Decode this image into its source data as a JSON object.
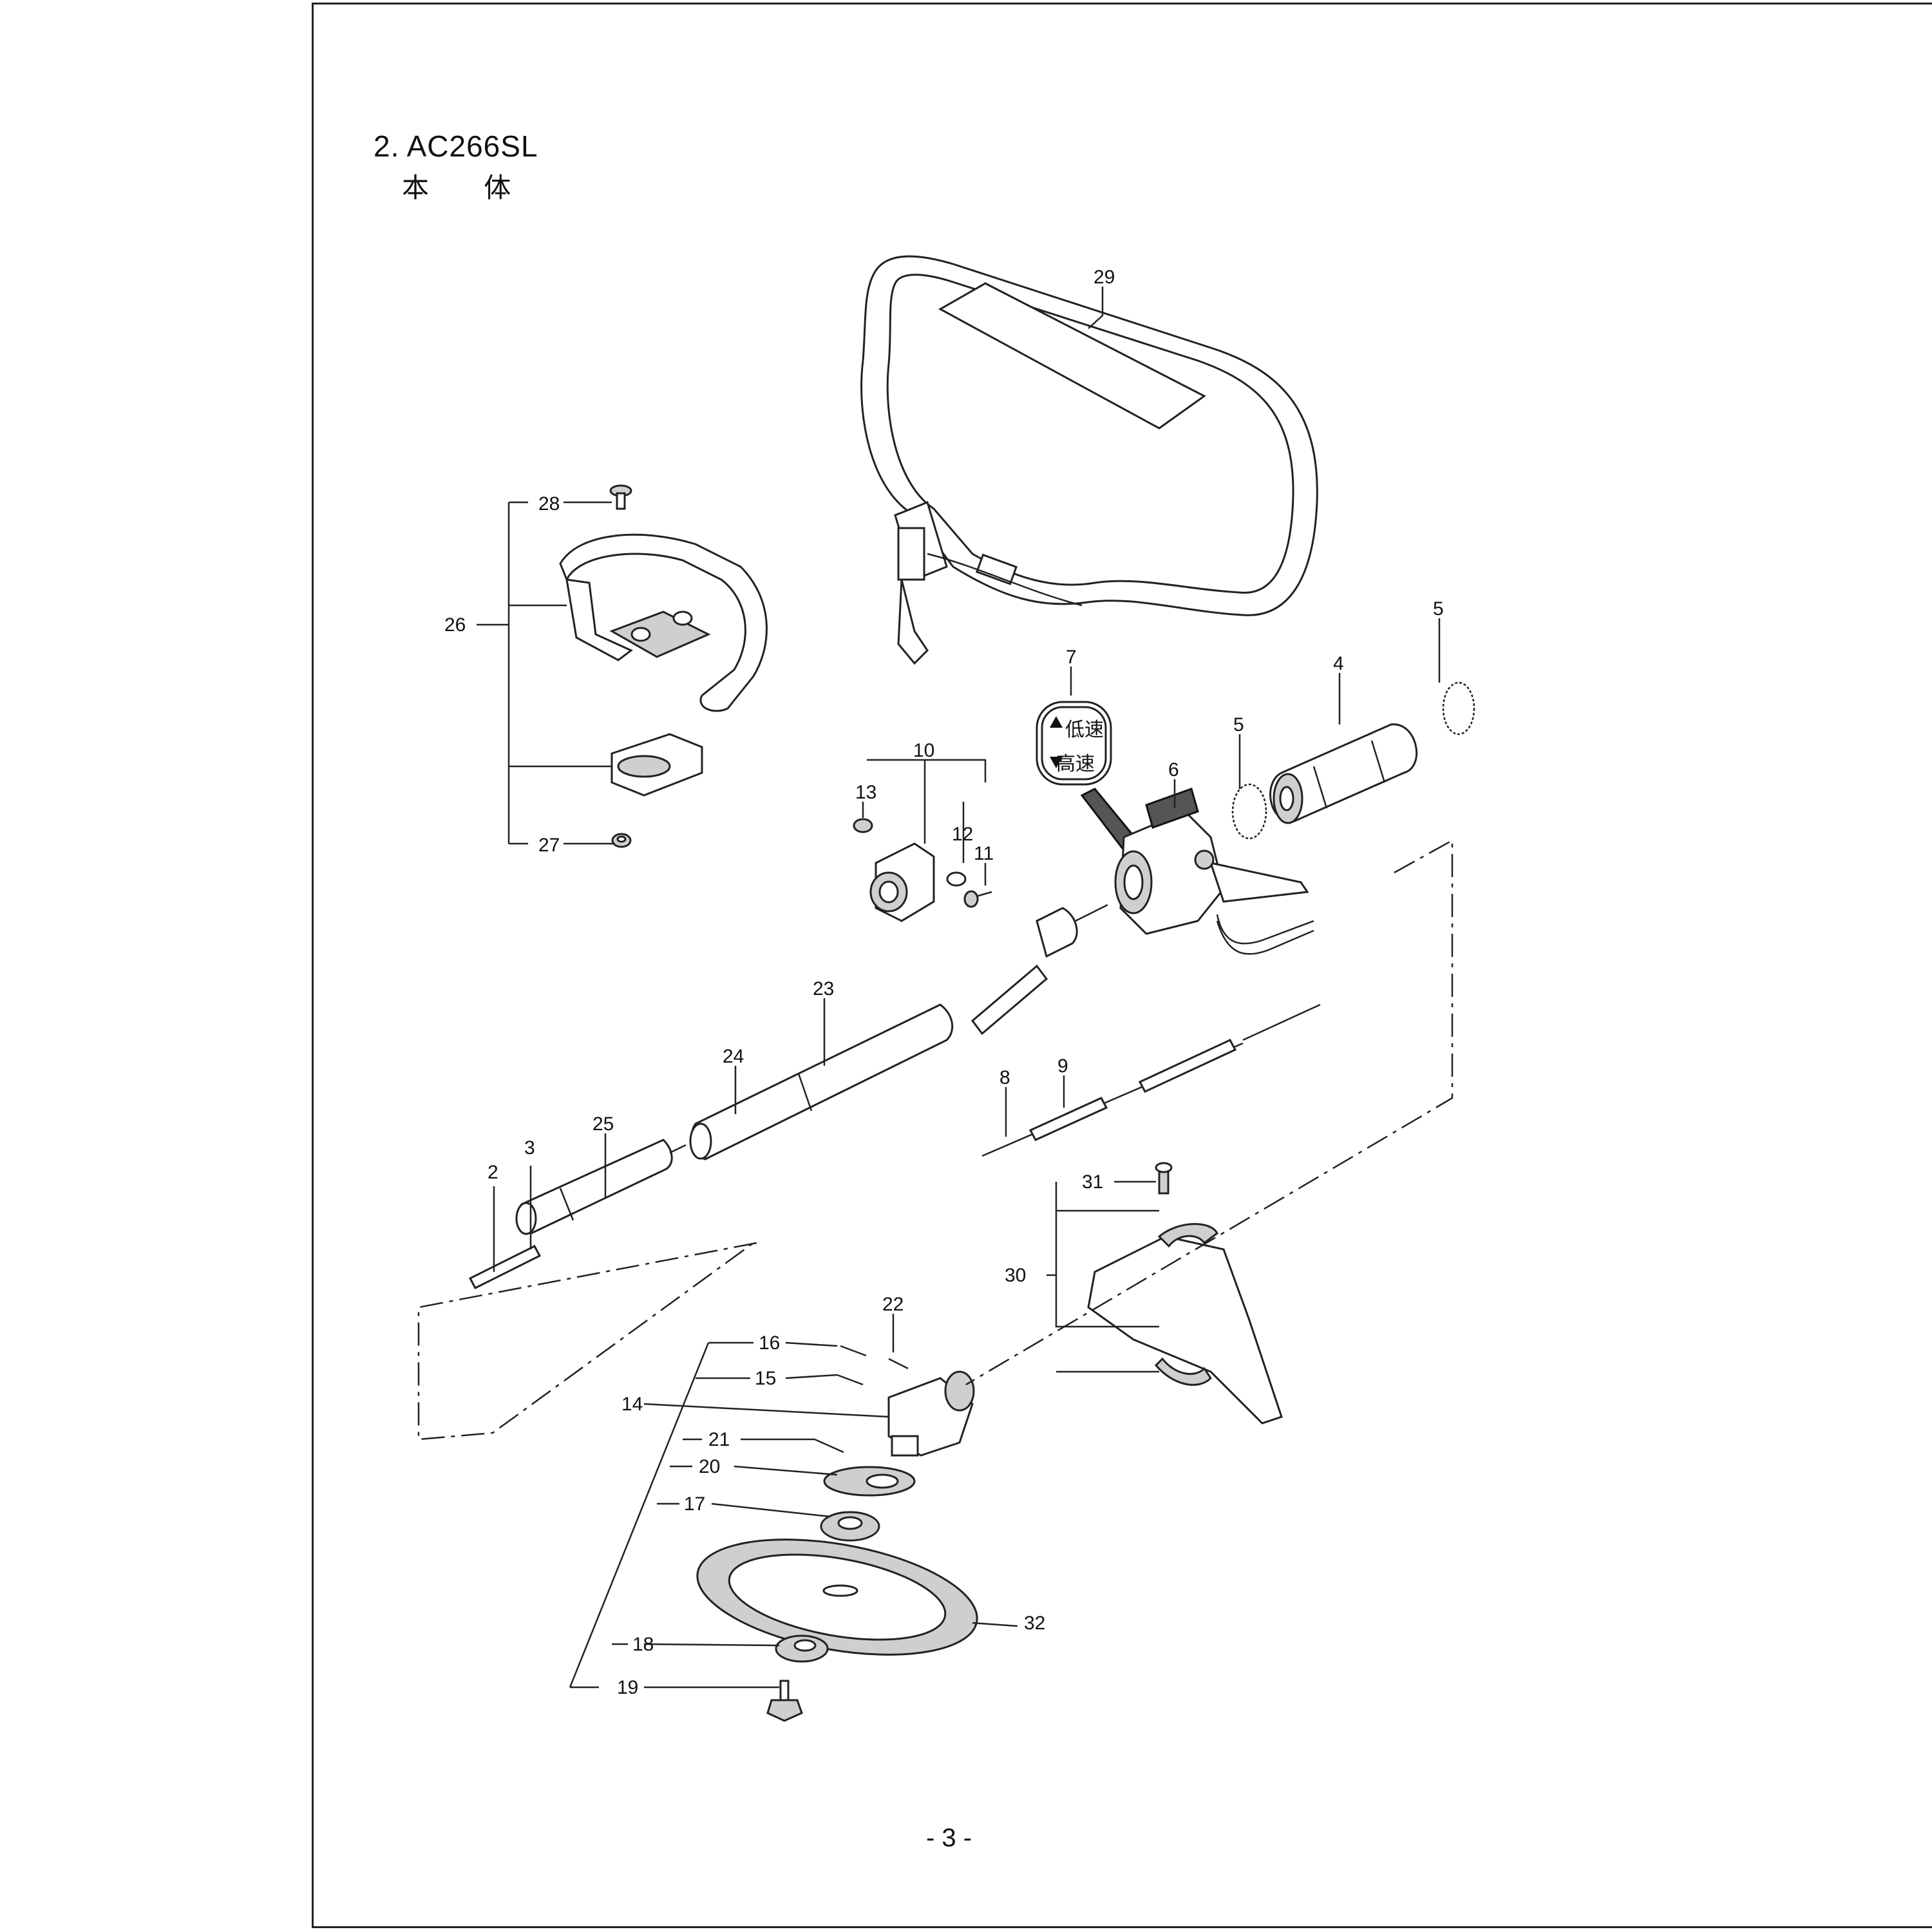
{
  "header": {
    "title": "2. AC266SL",
    "subtitle": "本 体"
  },
  "footer": {
    "page": "- 3 -"
  },
  "callouts": [
    "2",
    "3",
    "4",
    "5",
    "5",
    "6",
    "7",
    "8",
    "9",
    "10",
    "11",
    "12",
    "13",
    "14",
    "15",
    "16",
    "17",
    "18",
    "19",
    "20",
    "21",
    "22",
    "23",
    "24",
    "25",
    "26",
    "27",
    "28",
    "29",
    "30",
    "31",
    "32"
  ],
  "switch_plate": {
    "low": "低速",
    "high": "高速"
  }
}
